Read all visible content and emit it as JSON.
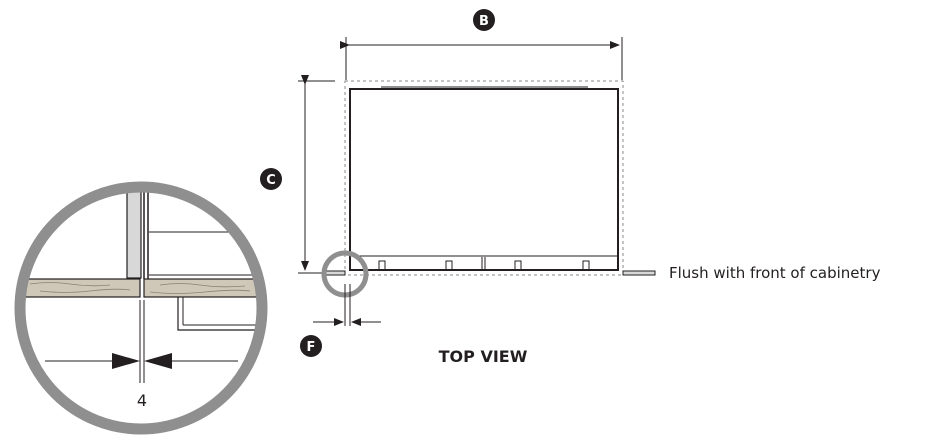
{
  "labels": {
    "callout_b": "B",
    "callout_c": "C",
    "callout_f": "F",
    "view_title": "TOP VIEW",
    "flush_note": "Flush with front of cabinetry",
    "detail_dimension": "4"
  },
  "colors": {
    "line": "#231f20",
    "detail_ring": "#8f8f8f",
    "dashed": "#8a8a8a",
    "wood": "#cfc8b8",
    "panel": "#d8d8d8"
  }
}
